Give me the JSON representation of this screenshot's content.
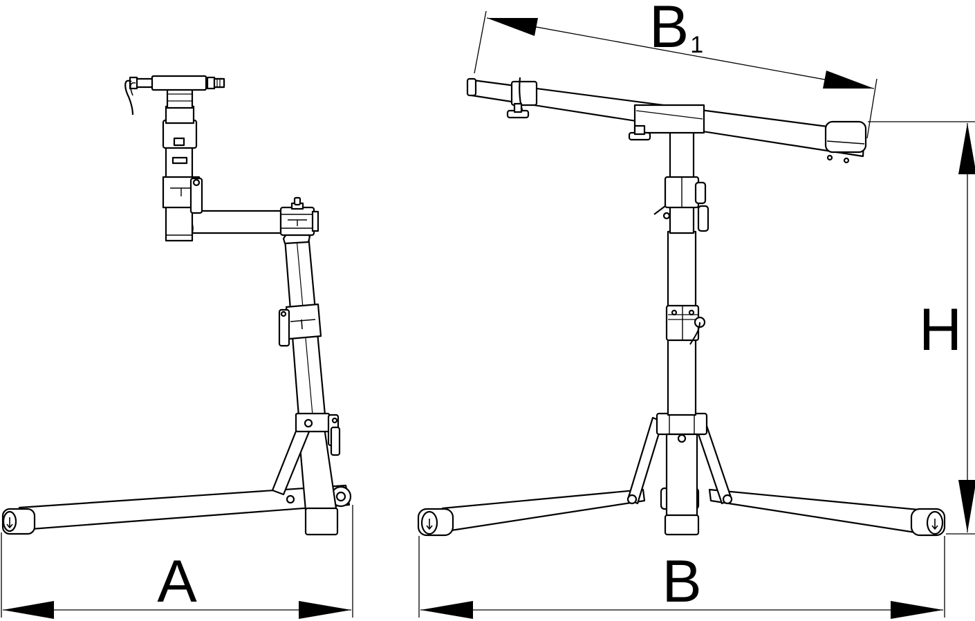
{
  "dimensions": {
    "A": {
      "label": "A"
    },
    "B": {
      "label": "B"
    },
    "B1": {
      "label": "B",
      "subscript": "1"
    },
    "H": {
      "label": "H"
    }
  },
  "colors": {
    "line": "#000000",
    "background": "#ffffff"
  }
}
